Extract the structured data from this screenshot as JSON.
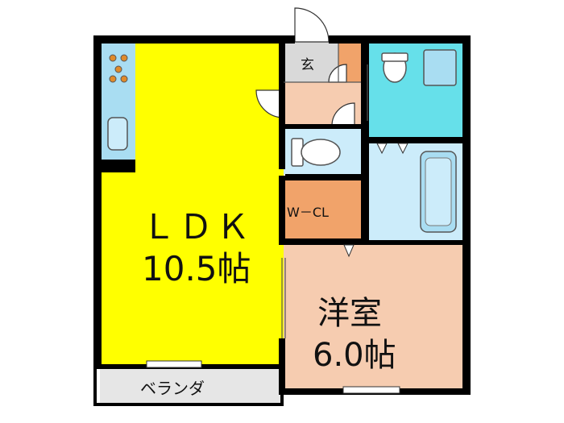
{
  "floorplan": {
    "rooms": {
      "ldk": {
        "name": "ＬＤＫ",
        "size": "10.5帖",
        "color": "#FFFF00"
      },
      "bedroom": {
        "name": "洋室",
        "size": "6.0帖",
        "color": "#F6CCB0"
      },
      "wcl": {
        "name": "W－CL",
        "color": "#F1A36A"
      },
      "entrance": {
        "name": "玄",
        "color": "#D9D9D9"
      },
      "veranda": {
        "name": "ベランダ",
        "color": "#E6E6E6"
      },
      "washroom": {
        "color": "#66E0EA"
      },
      "toilet": {
        "color": "#CCECFA"
      },
      "bathroom": {
        "color": "#CCECFA"
      },
      "corridor": {
        "color": "#F6CCB0"
      }
    },
    "colors": {
      "wall": "#000000",
      "fixture_blue": "#A9DDF2",
      "closet_orange": "#F1A36A"
    }
  }
}
